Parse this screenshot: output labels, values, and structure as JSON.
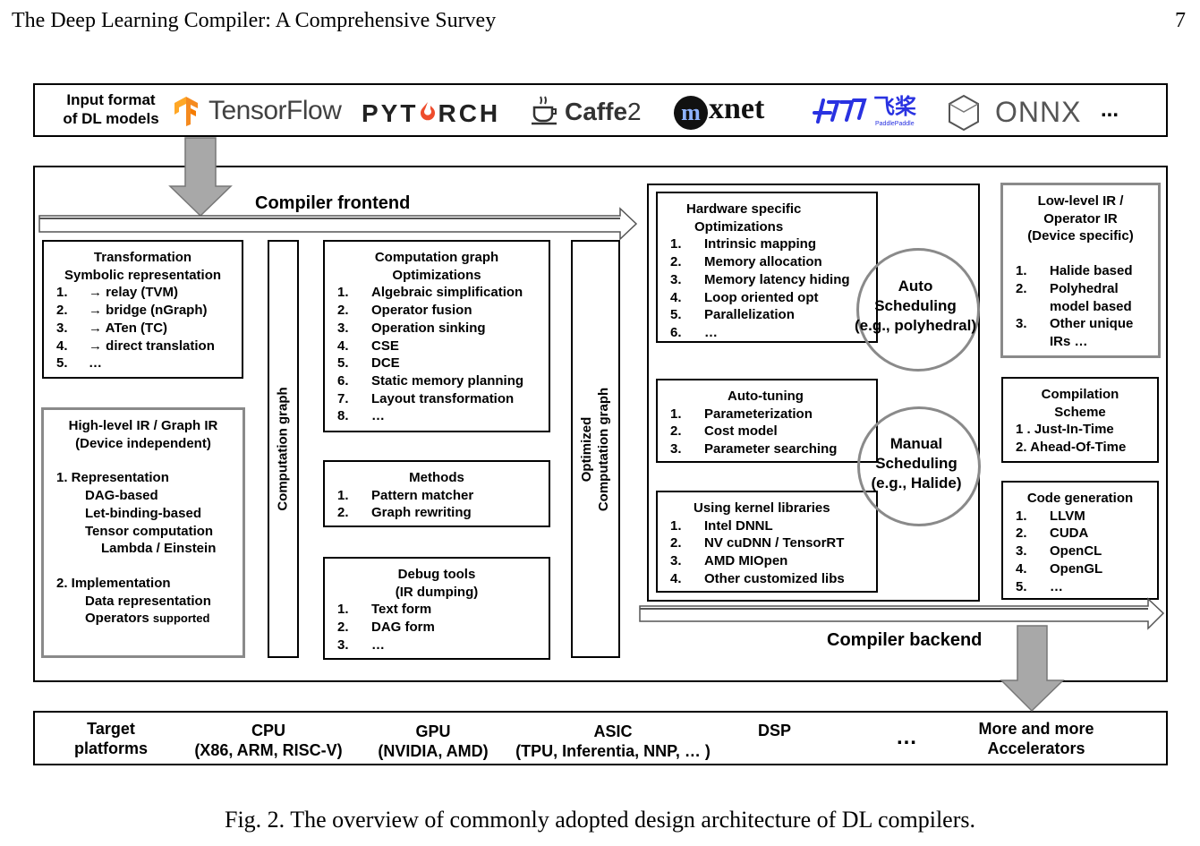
{
  "header": {
    "title": "The Deep Learning Compiler: A Comprehensive Survey",
    "page_number": "7"
  },
  "input_row": {
    "label_line1": "Input format",
    "label_line2": "of DL models",
    "frameworks": {
      "tensorflow": "TensorFlow",
      "pytorch_a": "PYT",
      "pytorch_b": "RCH",
      "caffe2": "Caffe",
      "caffe2_sup": "2",
      "mxnet": "xnet",
      "paddle_cn": "飞桨",
      "paddle_en": "PaddlePaddle",
      "onnx": "ONNX",
      "more": "..."
    }
  },
  "frontend": {
    "label": "Compiler frontend",
    "transformation": {
      "title1": "Transformation",
      "title2": "Symbolic representation",
      "items": [
        {
          "n": "1.",
          "t": "→ relay (TVM)"
        },
        {
          "n": "2.",
          "t": "→ bridge (nGraph)"
        },
        {
          "n": "3.",
          "t": "→ ATen (TC)"
        },
        {
          "n": "4.",
          "t": "→ direct translation"
        },
        {
          "n": "5.",
          "t": "…"
        }
      ]
    },
    "high_ir": {
      "title1": "High-level IR / Graph IR",
      "title2": "(Device independent)",
      "rep_head": "1.  Representation",
      "rep_items": [
        "DAG-based",
        "Let-binding-based",
        "Tensor computation"
      ],
      "rep_last": "Lambda / Einstein",
      "impl_head": "2. Implementation",
      "impl_items": [
        "Data representation"
      ],
      "impl_last_a": "Operators",
      "impl_last_b": "supported"
    },
    "computation_graph_label": "Computation graph",
    "cg_opt": {
      "title1": "Computation graph",
      "title2": "Optimizations",
      "items": [
        {
          "n": "1.",
          "t": "Algebraic simplification"
        },
        {
          "n": "2.",
          "t": "Operator fusion"
        },
        {
          "n": "3.",
          "t": "Operation sinking"
        },
        {
          "n": "4.",
          "t": "CSE"
        },
        {
          "n": "5.",
          "t": "DCE"
        },
        {
          "n": "6.",
          "t": "Static memory planning"
        },
        {
          "n": "7.",
          "t": "Layout transformation"
        },
        {
          "n": "8.",
          "t": "…"
        }
      ]
    },
    "methods": {
      "title": "Methods",
      "items": [
        {
          "n": "1.",
          "t": "Pattern matcher"
        },
        {
          "n": "2.",
          "t": "Graph rewriting"
        }
      ]
    },
    "debug": {
      "title1": "Debug tools",
      "title2": "(IR dumping)",
      "items": [
        {
          "n": "1.",
          "t": "Text form"
        },
        {
          "n": "2.",
          "t": "DAG form"
        },
        {
          "n": "3.",
          "t": "…"
        }
      ]
    },
    "optimized_label1": "Optimized",
    "optimized_label2": "Computation graph"
  },
  "backend": {
    "label": "Compiler backend",
    "hw_opt": {
      "title1": "Hardware specific",
      "title2": "Optimizations",
      "items": [
        {
          "n": "1.",
          "t": "Intrinsic mapping"
        },
        {
          "n": "2.",
          "t": "Memory allocation"
        },
        {
          "n": "3.",
          "t": "Memory latency hiding"
        },
        {
          "n": "4.",
          "t": "Loop oriented opt"
        },
        {
          "n": "5.",
          "t": "Parallelization"
        },
        {
          "n": "6.",
          "t": "…"
        }
      ]
    },
    "auto_tuning": {
      "title": "Auto-tuning",
      "items": [
        {
          "n": "1.",
          "t": "Parameterization"
        },
        {
          "n": "2.",
          "t": "Cost model"
        },
        {
          "n": "3.",
          "t": "Parameter searching"
        }
      ]
    },
    "kernel_libs": {
      "title": "Using kernel libraries",
      "items": [
        {
          "n": "1.",
          "t": "Intel DNNL"
        },
        {
          "n": "2.",
          "t": "NV cuDNN  / TensorRT"
        },
        {
          "n": "3.",
          "t": "AMD MIOpen"
        },
        {
          "n": "4.",
          "t": "Other customized libs"
        }
      ]
    },
    "auto_sched": {
      "l1": "Auto",
      "l2": "Scheduling",
      "l3": "(e.g., polyhedral)"
    },
    "manual_sched": {
      "l1": "Manual",
      "l2": "Scheduling",
      "l3": "(e.g., Halide)"
    },
    "low_ir": {
      "title1": "Low-level IR /",
      "title2": "Operator IR",
      "title3": "(Device specific)",
      "items": [
        {
          "n": "1.",
          "t": "Halide based"
        },
        {
          "n": "2.",
          "t": "Polyhedral"
        },
        {
          "n": "",
          "t": "model based"
        },
        {
          "n": "3.",
          "t": "Other unique"
        },
        {
          "n": "",
          "t": "IRs …"
        }
      ]
    },
    "comp_scheme": {
      "title1": "Compilation",
      "title2": "Scheme",
      "items": [
        "1 . Just-In-Time",
        "2. Ahead-Of-Time"
      ]
    },
    "codegen": {
      "title": "Code generation",
      "items": [
        {
          "n": "1.",
          "t": "LLVM"
        },
        {
          "n": "2.",
          "t": "CUDA"
        },
        {
          "n": "3.",
          "t": "OpenCL"
        },
        {
          "n": "4.",
          "t": "OpenGL"
        },
        {
          "n": "5.",
          "t": "…"
        }
      ]
    }
  },
  "targets": {
    "label1": "Target",
    "label2": "platforms",
    "cpu1": "CPU",
    "cpu2": "(X86, ARM, RISC-V)",
    "gpu1": "GPU",
    "gpu2": "(NVIDIA, AMD)",
    "asic1": "ASIC",
    "asic2": "(TPU, Inferentia, NNP, … )",
    "dsp": "DSP",
    "dots": "…",
    "more1": "More and more",
    "more2": "Accelerators"
  },
  "caption": "Fig. 2.  The overview of commonly adopted design architecture of DL compilers."
}
